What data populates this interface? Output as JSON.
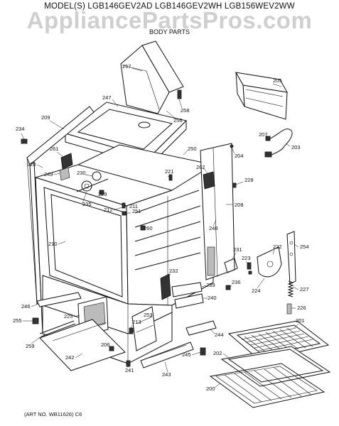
{
  "header": {
    "model_line": "MODEL(S) LGB146GEV2AD  LGB146GEV2WH  LGB156WEV2WW",
    "watermark": "AppliancePartsPros.com",
    "subtitle": "BODY PARTS"
  },
  "footer": {
    "art_no": "(ART NO. WB11626) C6"
  },
  "callouts": [
    {
      "id": "c257",
      "text": "257"
    },
    {
      "id": "c205",
      "text": "205"
    },
    {
      "id": "c247",
      "text": "247"
    },
    {
      "id": "c258",
      "text": "258"
    },
    {
      "id": "c209",
      "text": "209"
    },
    {
      "id": "c256",
      "text": "256"
    },
    {
      "id": "c234",
      "text": "234"
    },
    {
      "id": "c207",
      "text": "207"
    },
    {
      "id": "c203",
      "text": "203"
    },
    {
      "id": "c204",
      "text": "204"
    },
    {
      "id": "c250",
      "text": "250"
    },
    {
      "id": "c261",
      "text": "261"
    },
    {
      "id": "c262",
      "text": "262"
    },
    {
      "id": "c220",
      "text": "220"
    },
    {
      "id": "c230",
      "text": "230"
    },
    {
      "id": "c249",
      "text": "249"
    },
    {
      "id": "c221",
      "text": "221"
    },
    {
      "id": "c228",
      "text": "228"
    },
    {
      "id": "c229",
      "text": "229"
    },
    {
      "id": "c235",
      "text": "235"
    },
    {
      "id": "c211",
      "text": "211"
    },
    {
      "id": "c208",
      "text": "208"
    },
    {
      "id": "c212",
      "text": "212"
    },
    {
      "id": "c251",
      "text": "251"
    },
    {
      "id": "c260",
      "text": "260"
    },
    {
      "id": "c248",
      "text": "248"
    },
    {
      "id": "c210",
      "text": "210"
    },
    {
      "id": "c231",
      "text": "231"
    },
    {
      "id": "c254",
      "text": "254"
    },
    {
      "id": "c222",
      "text": "222"
    },
    {
      "id": "c223",
      "text": "223"
    },
    {
      "id": "c232",
      "text": "232"
    },
    {
      "id": "c236",
      "text": "236"
    },
    {
      "id": "c239",
      "text": "239"
    },
    {
      "id": "c224",
      "text": "224"
    },
    {
      "id": "c227",
      "text": "227"
    },
    {
      "id": "c240",
      "text": "240"
    },
    {
      "id": "c246",
      "text": "246"
    },
    {
      "id": "c226",
      "text": "226"
    },
    {
      "id": "c225",
      "text": "225"
    },
    {
      "id": "c253",
      "text": "253"
    },
    {
      "id": "c201",
      "text": "201"
    },
    {
      "id": "c255",
      "text": "255"
    },
    {
      "id": "c213",
      "text": "213"
    },
    {
      "id": "c244",
      "text": "244"
    },
    {
      "id": "c259",
      "text": "259"
    },
    {
      "id": "c206",
      "text": "206"
    },
    {
      "id": "c245",
      "text": "245"
    },
    {
      "id": "c202",
      "text": "202"
    },
    {
      "id": "c242",
      "text": "242"
    },
    {
      "id": "c241",
      "text": "241"
    },
    {
      "id": "c243",
      "text": "243"
    },
    {
      "id": "c200",
      "text": "200"
    }
  ]
}
